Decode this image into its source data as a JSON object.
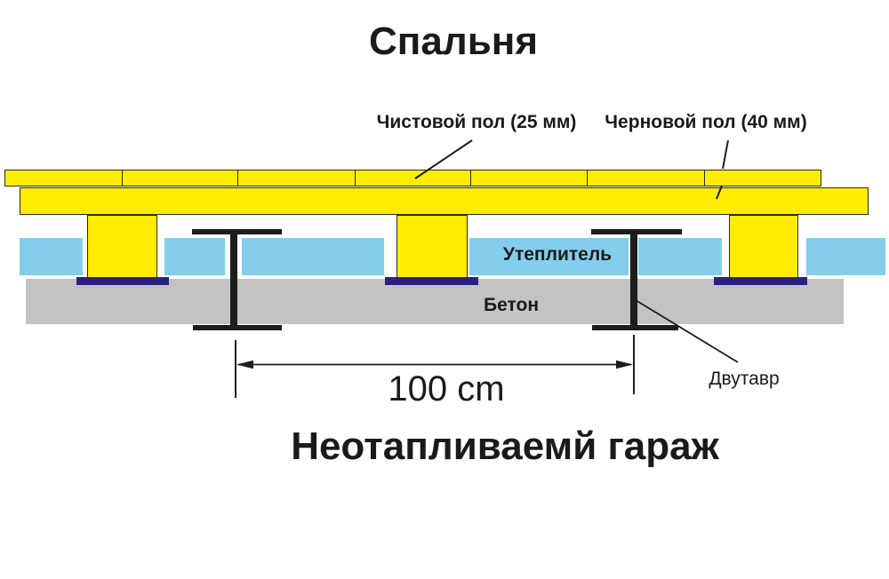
{
  "rooms": {
    "above": "Спальня",
    "below": "Неотапливаемй гараж"
  },
  "layers": {
    "finish_floor_label": "Чистовой пол (25 мм)",
    "subfloor_label": "Черновой пол (40 мм)",
    "insulation_label": "Утеплитель",
    "concrete_label": "Бетон",
    "beam_label": "Двутавр"
  },
  "dimension": {
    "span_label": "100 cm"
  },
  "structure": {
    "finish_floor_board_count": 7,
    "joist_count": 3,
    "i_beam_count": 2,
    "insulation_block_count": 6,
    "support_pad_count": 3
  },
  "colors": {
    "wood": "#ffec00",
    "insulation": "#84cdec",
    "pad": "#2b2080",
    "concrete": "#c3c3c3",
    "beam": "#1d1d1b",
    "outline": "#2a2a1f",
    "text": "#1a1a1a",
    "background": "#ffffff"
  }
}
